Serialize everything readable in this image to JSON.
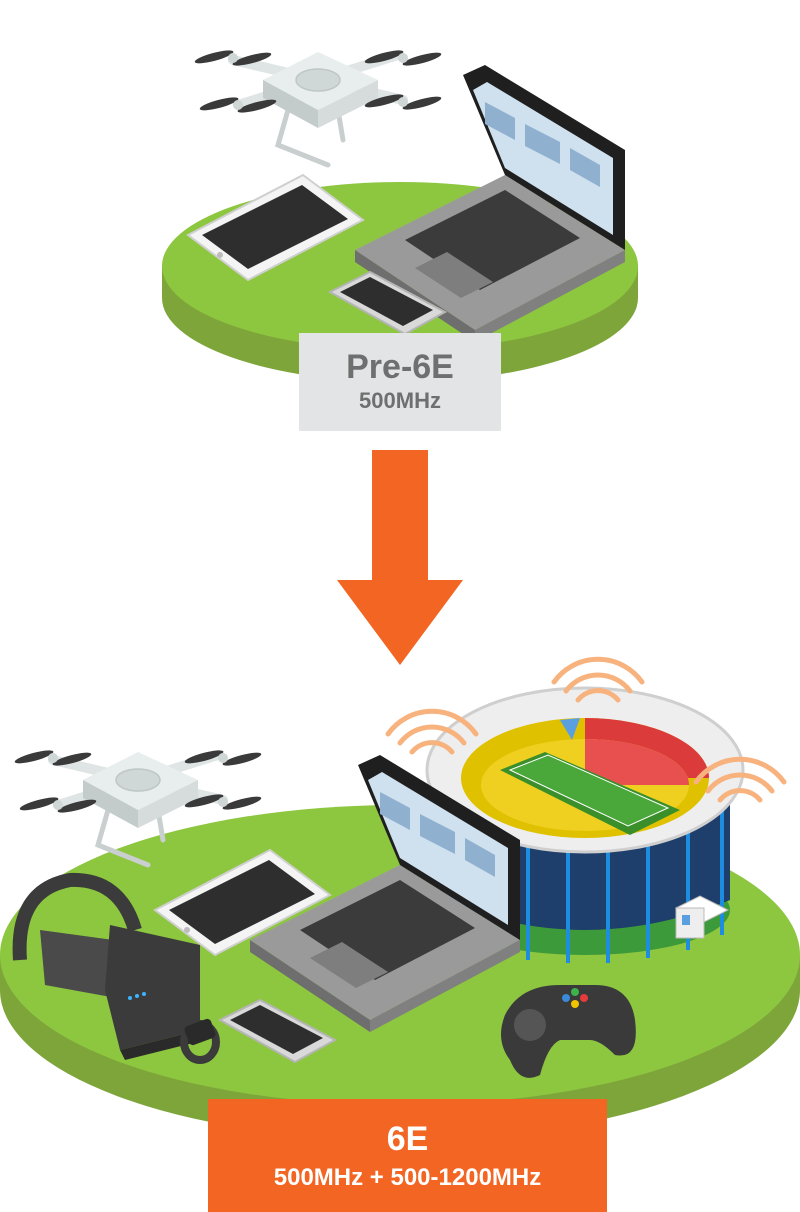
{
  "before": {
    "title": "Pre-6E",
    "spectrum": "500MHz",
    "box_color": "#e3e4e6",
    "text_color": "#6f6f6f",
    "devices": [
      "drone-icon",
      "tablet-icon",
      "laptop-icon",
      "smartphone-icon"
    ]
  },
  "after": {
    "title": "6E",
    "spectrum": "500MHz + 500-1200MHz",
    "box_color": "#f26522",
    "text_color": "#ffffff",
    "devices": [
      "drone-icon",
      "vr-headset-icon",
      "tablet-icon",
      "laptop-icon",
      "smartwatch-icon",
      "smartphone-icon",
      "gamepad-icon",
      "stadium-icon"
    ]
  },
  "arrow_color": "#f26522",
  "platform_color": "#8dc63f"
}
